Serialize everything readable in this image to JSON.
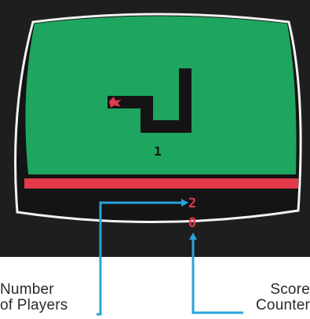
{
  "hud": {
    "player_number": "1",
    "number_of_players": "2",
    "score": "0"
  },
  "callouts": {
    "players_line1": "Number",
    "players_line2": "of Players",
    "score_line1": "Score",
    "score_line2": "Counter"
  },
  "colors": {
    "playfield": "#1ea55f",
    "bezel": "#1e1e1e",
    "red_bar": "#e23a4a",
    "snake": "#141414",
    "snake_head": "#e23a4a",
    "hud_text": "#e23a4a",
    "callout_line": "#2aa4d8"
  }
}
